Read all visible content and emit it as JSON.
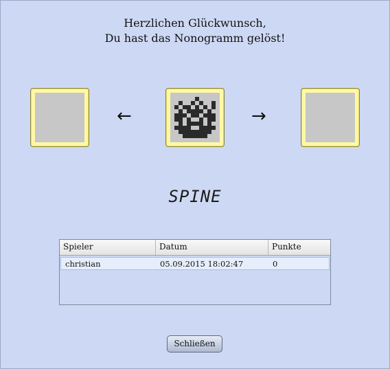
{
  "message": {
    "line1": "Herzlichen Glückwunsch,",
    "line2": "Du hast das Nonogramm gelöst!"
  },
  "navigation": {
    "prev_arrow": "←",
    "next_arrow": "→",
    "icons": {
      "prev": "left-arrow-icon",
      "next": "right-arrow-icon"
    }
  },
  "puzzle": {
    "name": "SPINE"
  },
  "scores": {
    "headers": [
      "Spieler",
      "Datum",
      "Punkte"
    ],
    "rows": [
      [
        "christian",
        "05.09.2015 18:02:47",
        "0"
      ]
    ]
  },
  "buttons": {
    "close_label": "Schließen"
  },
  "colors": {
    "background": "#cdd9f4",
    "tile_frame": "#fff8a6",
    "tile_empty": "#c7c7c7",
    "pixel_dark": "#2a2a2a"
  }
}
